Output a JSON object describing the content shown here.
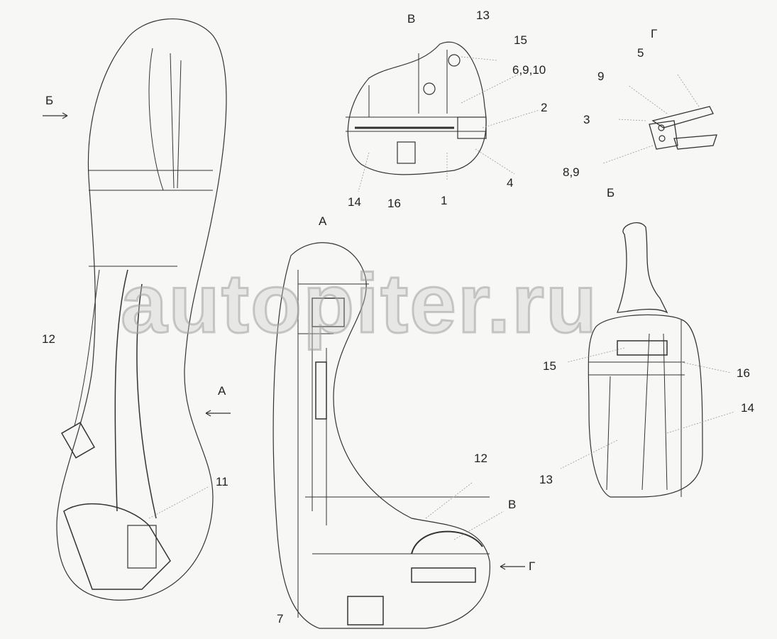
{
  "watermark": "autopiter.ru",
  "views": {
    "V": {
      "title": "В",
      "callouts": [
        "13",
        "15",
        "6,9,10",
        "2",
        "4",
        "1",
        "16",
        "14"
      ]
    },
    "G": {
      "title": "Г",
      "callouts": [
        "5",
        "9",
        "3",
        "8,9"
      ]
    },
    "B": {
      "title": "Б",
      "callouts": [
        "15",
        "16",
        "14",
        "13"
      ]
    },
    "A": {
      "title": "А",
      "callouts": [
        "12",
        "В",
        "Г",
        "7"
      ]
    },
    "main": {
      "callouts": [
        "Б",
        "12",
        "А",
        "11"
      ]
    }
  }
}
